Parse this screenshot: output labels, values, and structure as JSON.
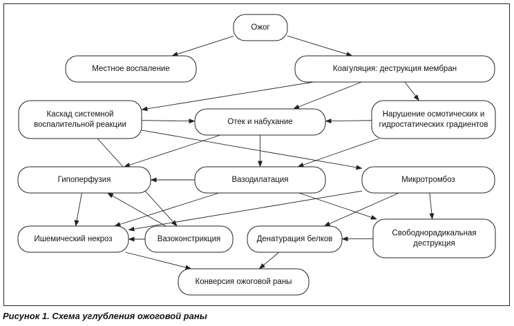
{
  "nodes": [
    {
      "id": "burn",
      "label": [
        "Ожог"
      ]
    },
    {
      "id": "local",
      "label": [
        "Местное воспаление"
      ]
    },
    {
      "id": "coag",
      "label": [
        "Коагуляция: деструкция мембран"
      ]
    },
    {
      "id": "cascade",
      "label": [
        "Каскад системной",
        "воспалительной реакции"
      ]
    },
    {
      "id": "edema",
      "label": [
        "Отек и набухание"
      ]
    },
    {
      "id": "osmotic",
      "label": [
        "Нарушение осмотических  и",
        "гидростатических градиентов"
      ]
    },
    {
      "id": "hypo",
      "label": [
        "Гипоперфузия"
      ]
    },
    {
      "id": "vasodil",
      "label": [
        "Вазодилатация"
      ]
    },
    {
      "id": "micro",
      "label": [
        "Микротромбоз"
      ]
    },
    {
      "id": "ischem",
      "label": [
        "Ишемический некроз"
      ]
    },
    {
      "id": "vasocon",
      "label": [
        "Вазоконстрикция"
      ]
    },
    {
      "id": "denat",
      "label": [
        "Денатурация белков"
      ]
    },
    {
      "id": "freerad",
      "label": [
        "Свободнорадикальная",
        "деструкция"
      ]
    },
    {
      "id": "conv",
      "label": [
        "Конверсия ожоговой раны"
      ]
    }
  ],
  "edges": [
    [
      "burn",
      "local"
    ],
    [
      "burn",
      "coag"
    ],
    [
      "coag",
      "cascade"
    ],
    [
      "coag",
      "edema"
    ],
    [
      "coag",
      "osmotic"
    ],
    [
      "cascade",
      "edema"
    ],
    [
      "cascade",
      "micro"
    ],
    [
      "cascade",
      "vasocon"
    ],
    [
      "osmotic",
      "edema"
    ],
    [
      "osmotic",
      "vasodil"
    ],
    [
      "edema",
      "hypo"
    ],
    [
      "edema",
      "vasodil"
    ],
    [
      "vasodil",
      "hypo"
    ],
    [
      "vasodil",
      "ischem"
    ],
    [
      "vasodil",
      "freerad"
    ],
    [
      "hypo",
      "ischem"
    ],
    [
      "micro",
      "ischem"
    ],
    [
      "micro",
      "freerad"
    ],
    [
      "micro",
      "denat"
    ],
    [
      "vasocon",
      "hypo"
    ],
    [
      "vasocon",
      "ischem"
    ],
    [
      "freerad",
      "denat"
    ],
    [
      "ischem",
      "conv"
    ],
    [
      "denat",
      "conv"
    ]
  ],
  "caption": "Рисунок 1. Схема углубления ожоговой раны"
}
